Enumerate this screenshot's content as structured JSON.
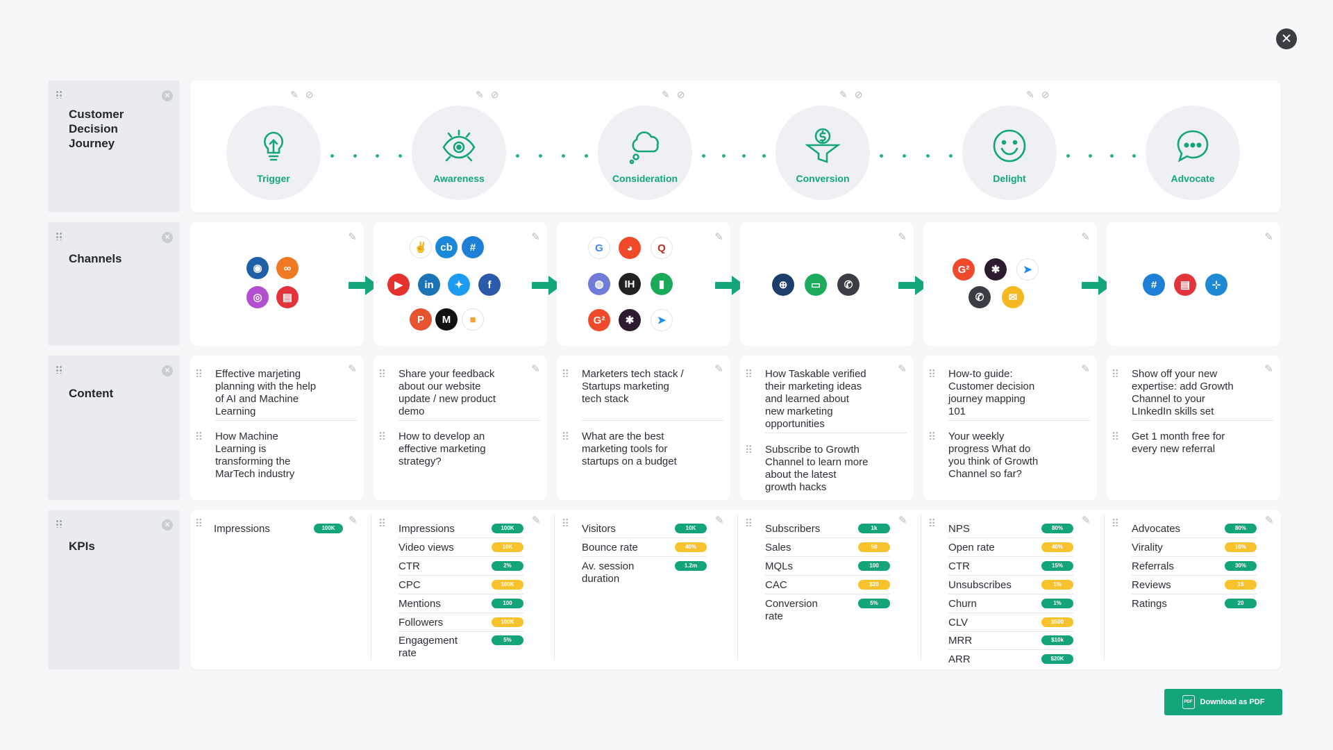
{
  "rows": {
    "journey": "Customer Decision Journey",
    "channels": "Channels",
    "content": "Content",
    "kpis": "KPIs"
  },
  "stages": [
    "Trigger",
    "Awareness",
    "Consideration",
    "Conversion",
    "Delight",
    "Advocate"
  ],
  "accent": "#14a57a",
  "channels": [
    [
      "bot-icon",
      "quora-glasses-icon",
      "podcast-icon",
      "calendar-icon"
    ],
    [
      "producthunt-hand-icon",
      "crunchbase-icon",
      "growth-channel-icon",
      "youtube-icon",
      "linkedin-icon",
      "twitter-icon",
      "facebook-icon",
      "producthunt-icon",
      "medium-icon",
      "livestorm-icon"
    ],
    [
      "google-icon",
      "reddit-icon",
      "quora-icon",
      "discord-icon",
      "indiehackers-icon",
      "chart-icon",
      "g2-icon",
      "slack-icon",
      "navigation-icon"
    ],
    [
      "globe-icon",
      "chat-icon",
      "whatsapp-icon"
    ],
    [
      "g2-icon",
      "slack-icon",
      "navigation-icon",
      "whatsapp-icon",
      "email-icon"
    ],
    [
      "growth-channel-icon",
      "calendar-icon",
      "handshake-icon"
    ]
  ],
  "content": [
    [
      "Effective marjeting planning with the help of AI and Machine Learning",
      "How Machine Learning is transforming the MarTech industry"
    ],
    [
      "Share your feedback about our website update / new product demo",
      "How to develop an effective marketing strategy?"
    ],
    [
      "Marketers tech stack / Startups marketing tech stack",
      "What are the best marketing tools for startups on a budget"
    ],
    [
      "How Taskable verified their marketing ideas and learned about new marketing opportunities",
      "Subscribe to Growth Channel to learn more about the latest growth hacks"
    ],
    [
      "How-to guide: Customer decision journey mapping 101",
      "Your weekly progress What do you think of Growth Channel so far?"
    ],
    [
      "Show off your new expertise: add Growth Channel to your LInkedIn skills set",
      "Get 1 month free for every new referral"
    ]
  ],
  "kpis": [
    [
      {
        "name": "Impressions",
        "value": "100K",
        "color": "green"
      }
    ],
    [
      {
        "name": "Impressions",
        "value": "100K",
        "color": "green"
      },
      {
        "name": "Video views",
        "value": "10K",
        "color": "yellow"
      },
      {
        "name": "CTR",
        "value": "2%",
        "color": "green"
      },
      {
        "name": "CPC",
        "value": "100K",
        "color": "yellow"
      },
      {
        "name": "Mentions",
        "value": "100",
        "color": "green"
      },
      {
        "name": "Followers",
        "value": "100K",
        "color": "yellow"
      },
      {
        "name": "Engagement rate",
        "value": "5%",
        "color": "green"
      }
    ],
    [
      {
        "name": "Visitors",
        "value": "10K",
        "color": "green"
      },
      {
        "name": "Bounce rate",
        "value": "40%",
        "color": "yellow"
      },
      {
        "name": "Av. session duration",
        "value": "1.2m",
        "color": "green"
      }
    ],
    [
      {
        "name": "Subscribers",
        "value": "1k",
        "color": "green"
      },
      {
        "name": "Sales",
        "value": "50",
        "color": "yellow"
      },
      {
        "name": "MQLs",
        "value": "100",
        "color": "green"
      },
      {
        "name": "CAC",
        "value": "$20",
        "color": "yellow"
      },
      {
        "name": "Conversion rate",
        "value": "5%",
        "color": "green"
      }
    ],
    [
      {
        "name": "NPS",
        "value": "80%",
        "color": "green"
      },
      {
        "name": "Open rate",
        "value": "40%",
        "color": "yellow"
      },
      {
        "name": "CTR",
        "value": "15%",
        "color": "green"
      },
      {
        "name": "Unsubscribes",
        "value": "1%",
        "color": "yellow"
      },
      {
        "name": "Churn",
        "value": "1%",
        "color": "green"
      },
      {
        "name": "CLV",
        "value": "$500",
        "color": "yellow"
      },
      {
        "name": "MRR",
        "value": "$10k",
        "color": "green"
      },
      {
        "name": "ARR",
        "value": "$20K",
        "color": "green"
      }
    ],
    [
      {
        "name": "Advocates",
        "value": "80%",
        "color": "green"
      },
      {
        "name": "Virality",
        "value": "10%",
        "color": "yellow"
      },
      {
        "name": "Referrals",
        "value": "30%",
        "color": "green"
      },
      {
        "name": "Reviews",
        "value": "15",
        "color": "yellow"
      },
      {
        "name": "Ratings",
        "value": "20",
        "color": "green"
      }
    ]
  ],
  "download_label": "Download as PDF",
  "pdf_glyph": "PDF"
}
